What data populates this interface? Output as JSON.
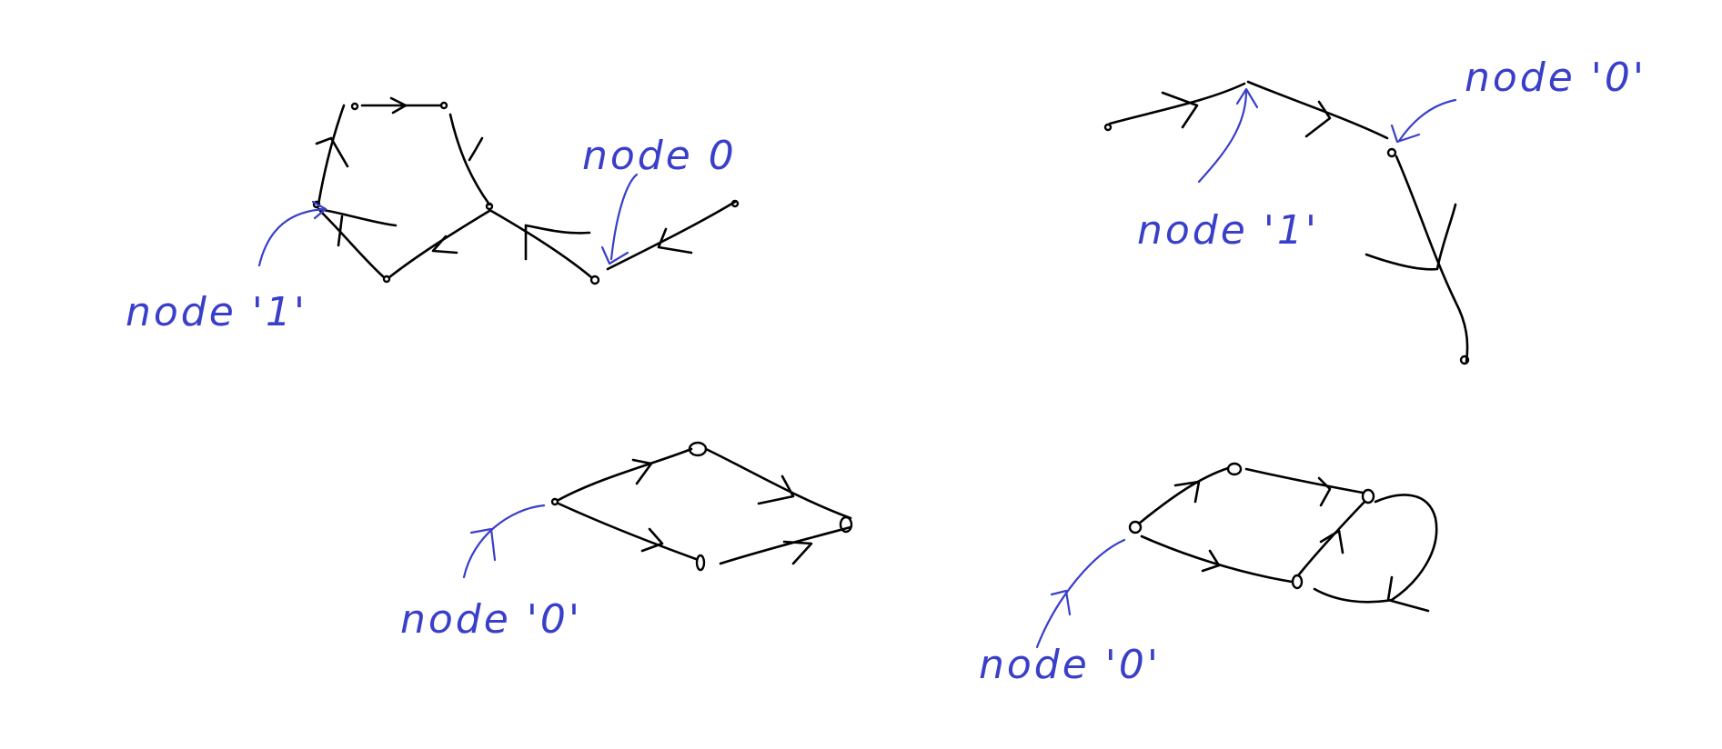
{
  "colors": {
    "ink": "#000000",
    "annotation": "#3a3fc9",
    "background": "#ffffff"
  },
  "sketches": [
    {
      "id": "top-left-graph",
      "labels": [
        "node 0",
        "node '1'"
      ]
    },
    {
      "id": "top-right-graph",
      "labels": [
        "node '0'",
        "node '1'"
      ]
    },
    {
      "id": "bottom-left-graph",
      "labels": [
        "node '0'"
      ]
    },
    {
      "id": "bottom-right-graph",
      "labels": [
        "node '0'"
      ]
    }
  ]
}
